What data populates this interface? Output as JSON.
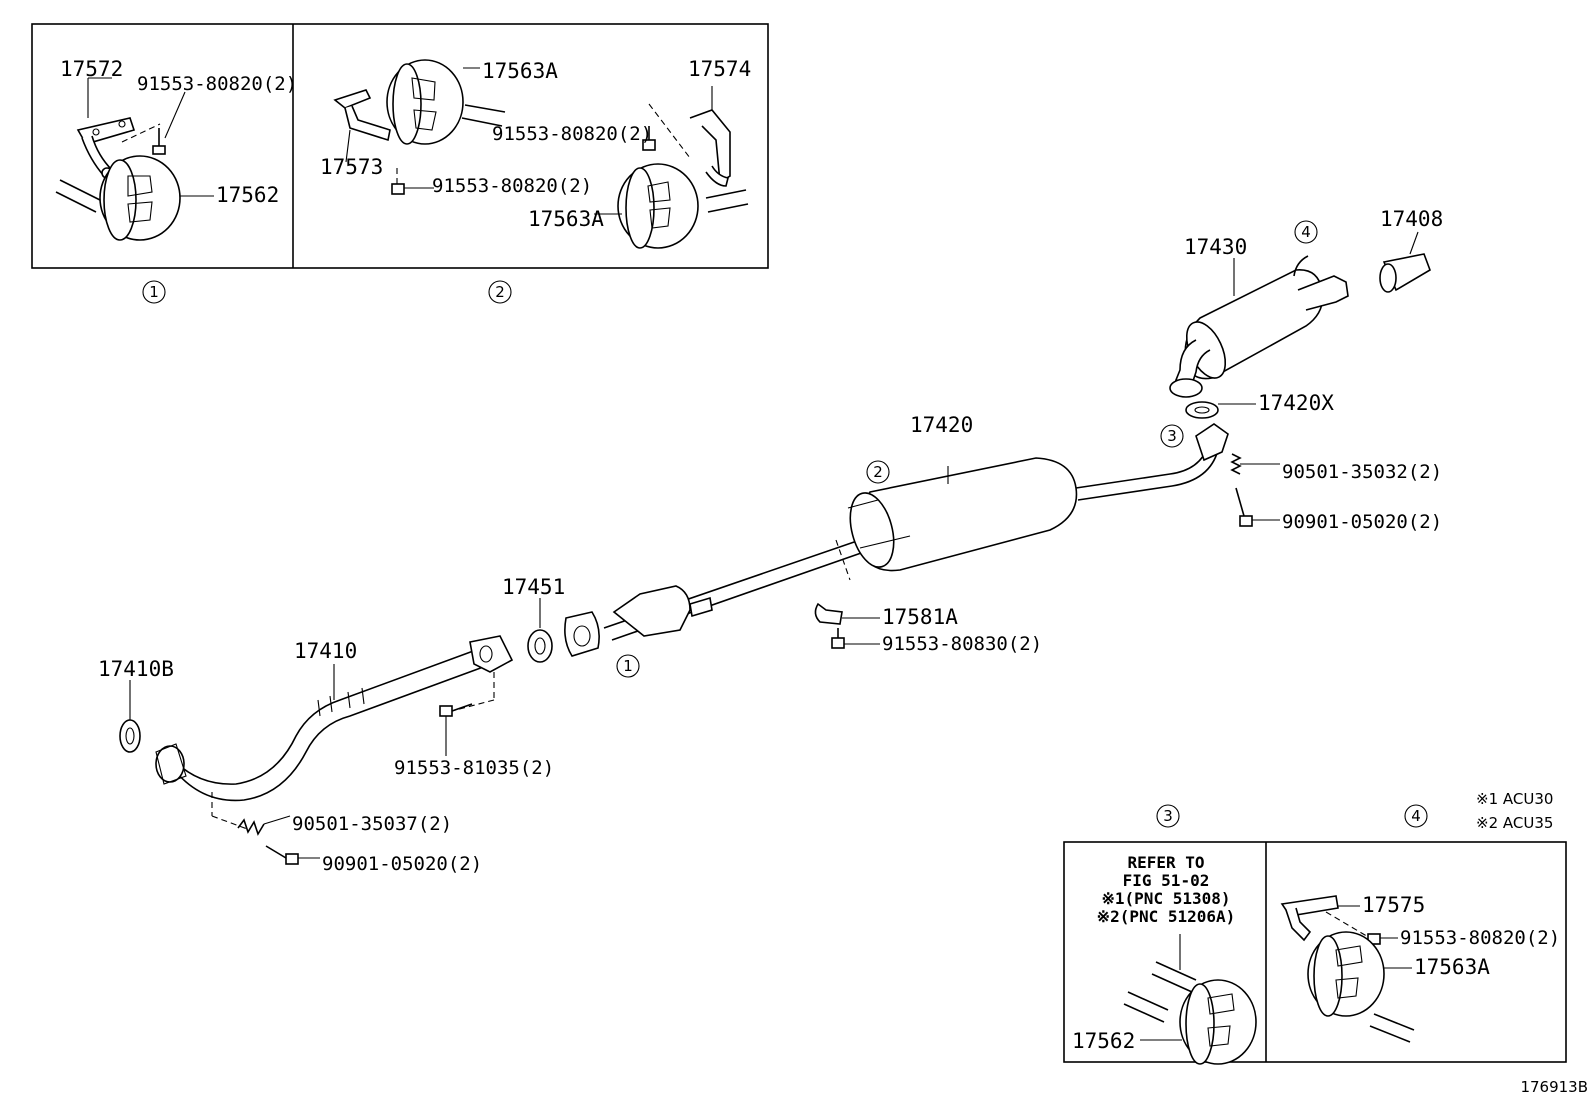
{
  "diagram_id": "176913B",
  "legend": {
    "note1": "※1 ACU30",
    "note2": "※2 ACU35"
  },
  "inset_refs": {
    "i1": "1",
    "i2": "2",
    "i3": "3",
    "i4": "4"
  },
  "inset3": {
    "line1": "REFER TO",
    "line2": "FIG 51-02",
    "line3": "※1(PNC 51308)",
    "line4": "※2(PNC 51206A)"
  },
  "parts": {
    "p17572": "17572",
    "p91553_80820_a": "91553-80820(2)",
    "p17562_a": "17562",
    "p17563A_a": "17563A",
    "p17574": "17574",
    "p91553_80820_b": "91553-80820(2)",
    "p17573": "17573",
    "p91553_80820_c": "91553-80820(2)",
    "p17563A_b": "17563A",
    "p17430": "17430",
    "p17408": "17408",
    "p17420X": "17420X",
    "p17420": "17420",
    "p90501_35032": "90501-35032(2)",
    "p90901_05020_a": "90901-05020(2)",
    "p17451": "17451",
    "p17581A": "17581A",
    "p91553_80830": "91553-80830(2)",
    "p17410": "17410",
    "p17410B": "17410B",
    "p91553_81035": "91553-81035(2)",
    "p90501_35037": "90501-35037(2)",
    "p90901_05020_b": "90901-05020(2)",
    "p17575": "17575",
    "p91553_80820_d": "91553-80820(2)",
    "p17563A_c": "17563A",
    "p17562_b": "17562"
  }
}
